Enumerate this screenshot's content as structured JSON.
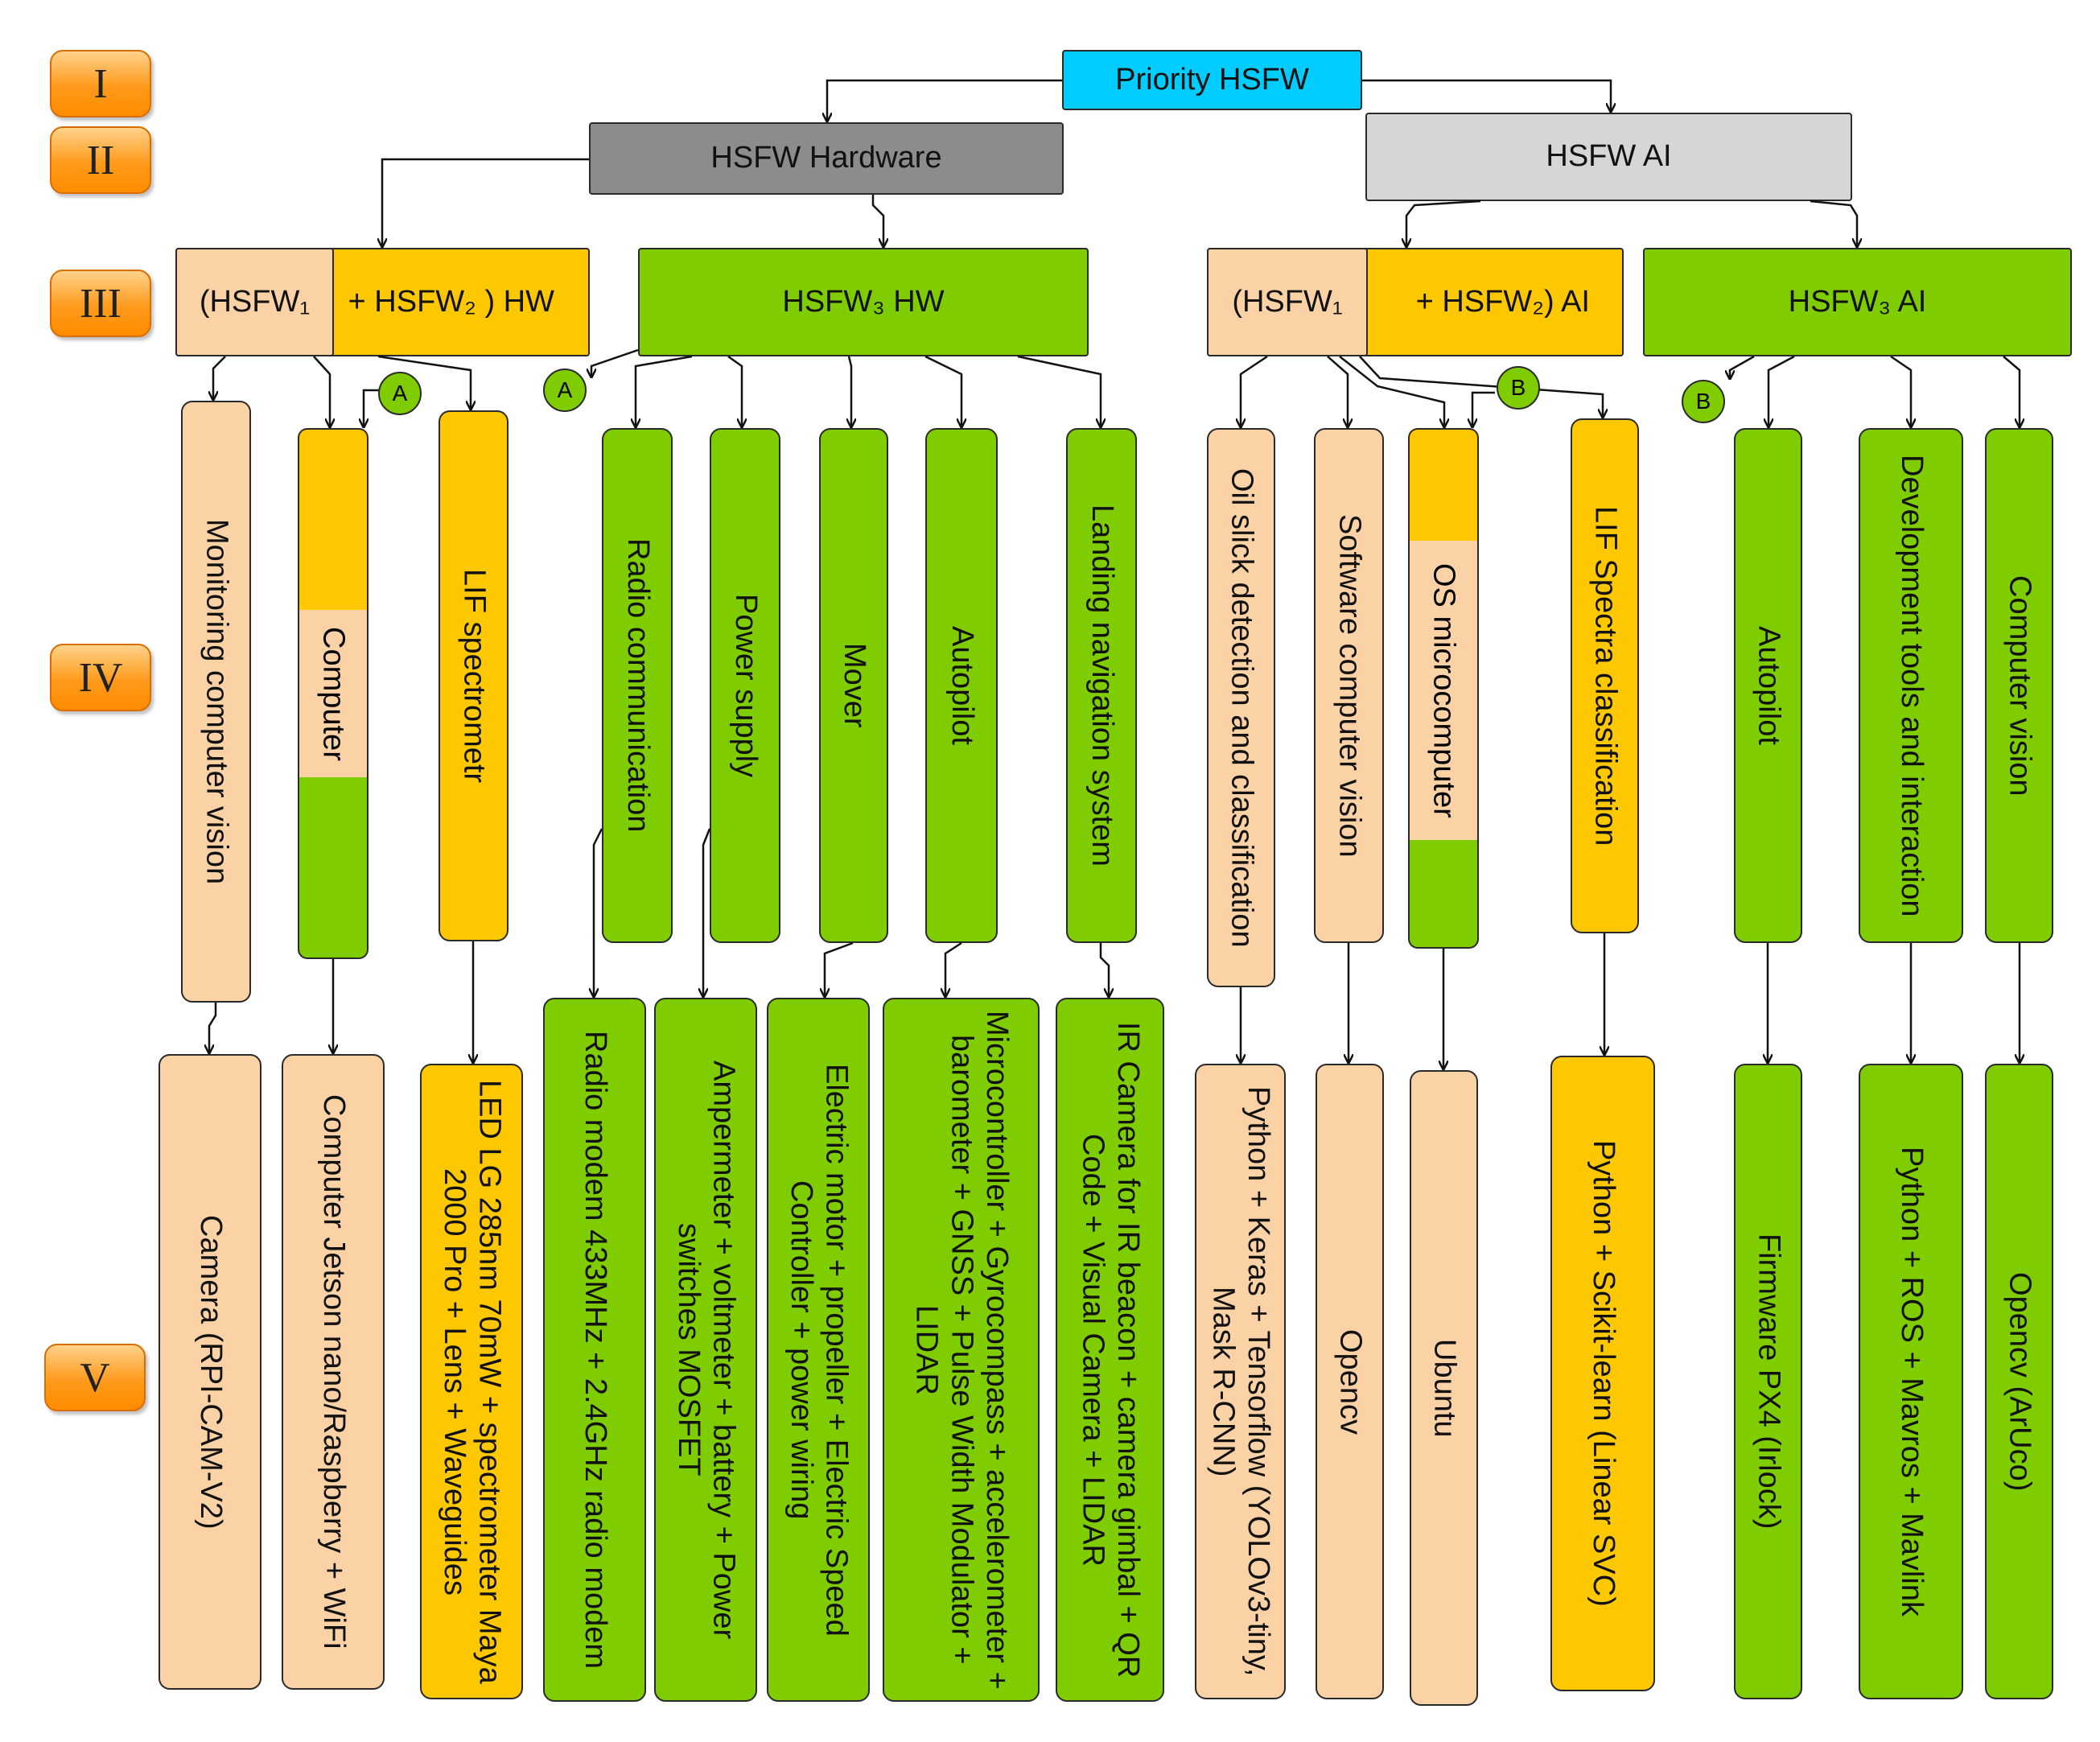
{
  "levels": [
    "I",
    "II",
    "III",
    "IV",
    "V"
  ],
  "nodes": {
    "priority": "Priority  HSFW",
    "hw": "HSFW Hardware",
    "ai": "HSFW AI",
    "hw12_a": "(HSFW₁",
    "hw12_b": "+ HSFW₂ ) HW",
    "hw3": "HSFW₃   HW",
    "ai12_a": "(HSFW₁",
    "ai12_b": "+ HSFW₂) AI",
    "ai3": "HSFW₃ AI"
  },
  "level4": {
    "monitoring_cv": "Monitoring computer vision",
    "computer": "Computer",
    "lif_spectrometr": "LIF spectrometr",
    "radio": "Radio communication",
    "power": "Power supply",
    "mover": "Mover",
    "autopilot_hw": "Autopilot",
    "landing": "Landing navigation system",
    "oil_slick": "Oil slick detection and classification",
    "software_cv": "Software computer vision",
    "os_micro": "OS microcomputer",
    "lif_classification": "LIF Spectra classification",
    "autopilot_ai": "Autopilot",
    "dev_tools": "Development tools and interaction",
    "cv": "Computer vision"
  },
  "level5": {
    "camera": "Camera (RPI-CAM-V2)",
    "jetson": "Computer Jetson nano/Raspberry + WiFi",
    "led": "LED LG 285nm 70mW + spectrometer Maya 2000 Pro + Lens + Waveguides",
    "radio_modem": "Radio modem 433MHz + 2.4GHz radio modem",
    "ampermeter": "Ampermeter + voltmeter + battery + Power switches MOSFET",
    "motor": "Electric motor + propeller + Electric Speed Controller + power wiring",
    "mcu": "Microcontroller + Gyrocompass + accelerometer + barometer + GNSS + Pulse Width Modulator + LIDAR",
    "ir_camera": "IR Camera  for IR beacon + camera gimbal + QR Code + Visual Camera + LIDAR",
    "python_keras": "Python + Keras + Tensorflow (YOLOv3-tiny, Mask R-CNN)",
    "opencv": "Opencv",
    "ubuntu": "Ubuntu",
    "scikit": "Python + Scikit-learn (Linear SVC)",
    "px4": "Firmware PX4 (Irlock)",
    "ros": "Python + ROS + Mavros + Mavlink",
    "opencv_aruco": "Opencv (ArUco)"
  },
  "markers": {
    "a": "A",
    "b": "B"
  },
  "colors": {
    "priority": "#00ccff",
    "hw": "#8c8c8c",
    "ai": "#d6d6d6",
    "peach": "#fbd2a6",
    "yellow": "#fec800",
    "green": "#7fcc00"
  }
}
